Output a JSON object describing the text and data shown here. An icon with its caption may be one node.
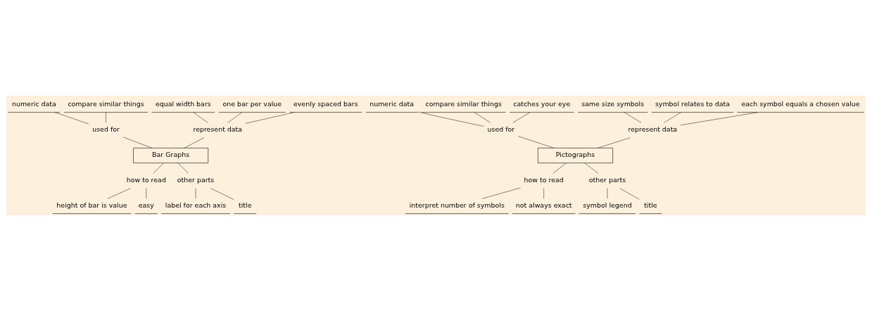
{
  "diagram": {
    "nodes": [
      {
        "text": [
          "Bar Graphs"
        ]
      },
      {
        "text": [
          "used for"
        ]
      },
      {
        "text": [
          "numeric data"
        ]
      },
      {
        "text": [
          "compare similar things"
        ]
      },
      {
        "text": [
          "represent data"
        ]
      },
      {
        "text": [
          "equal width bars"
        ]
      },
      {
        "text": [
          "one bar per value"
        ]
      },
      {
        "text": [
          "evenly spaced bars"
        ]
      },
      {
        "text": [
          "how to read"
        ]
      },
      {
        "text": [
          "height of bar is value"
        ]
      },
      {
        "text": [
          "easy"
        ]
      },
      {
        "text": [
          "other parts"
        ]
      },
      {
        "text": [
          "label for each axis"
        ]
      },
      {
        "text": [
          "title"
        ]
      },
      {
        "text": [
          "Pictographs"
        ]
      },
      {
        "text": [
          "used for"
        ]
      },
      {
        "text": [
          "numeric data"
        ]
      },
      {
        "text": [
          "compare similar things"
        ]
      },
      {
        "text": [
          "catches your eye"
        ]
      },
      {
        "text": [
          "represent data"
        ]
      },
      {
        "text": [
          "same size symbols"
        ]
      },
      {
        "text": [
          "symbol relates to data"
        ]
      },
      {
        "text": [
          "each symbol equals a chosen value"
        ]
      },
      {
        "text": [
          "how to read"
        ]
      },
      {
        "text": [
          "interpret number of symbols"
        ]
      },
      {
        "text": [
          "not always exact"
        ]
      },
      {
        "text": [
          "other parts"
        ]
      },
      {
        "text": [
          "symbol legend"
        ]
      },
      {
        "text": [
          "title"
        ]
      }
    ],
    "edges": [
      {
        "from": 1,
        "to": 0,
        "arrow": "none"
      },
      {
        "from": 2,
        "to": 1,
        "arrow": "none"
      },
      {
        "from": 3,
        "to": 1,
        "arrow": "none"
      },
      {
        "from": 4,
        "to": 0,
        "arrow": "none"
      },
      {
        "from": 5,
        "to": 4,
        "arrow": "none"
      },
      {
        "from": 6,
        "to": 4,
        "arrow": "none"
      },
      {
        "from": 7,
        "to": 4,
        "arrow": "none"
      },
      {
        "from": 8,
        "to": 0,
        "arrow": "none"
      },
      {
        "from": 9,
        "to": 8,
        "arrow": "none"
      },
      {
        "from": 10,
        "to": 8,
        "arrow": "none"
      },
      {
        "from": 11,
        "to": 0,
        "arrow": "none"
      },
      {
        "from": 12,
        "to": 11,
        "arrow": "none"
      },
      {
        "from": 13,
        "to": 11,
        "arrow": "none"
      },
      {
        "from": 15,
        "to": 14,
        "arrow": "none"
      },
      {
        "from": 16,
        "to": 15,
        "arrow": "none"
      },
      {
        "from": 17,
        "to": 15,
        "arrow": "none"
      },
      {
        "from": 18,
        "to": 15,
        "arrow": "none"
      },
      {
        "from": 19,
        "to": 14,
        "arrow": "none"
      },
      {
        "from": 20,
        "to": 19,
        "arrow": "none"
      },
      {
        "from": 21,
        "to": 19,
        "arrow": "none"
      },
      {
        "from": 22,
        "to": 19,
        "arrow": "none"
      },
      {
        "from": 23,
        "to": 14,
        "arrow": "none"
      },
      {
        "from": 24,
        "to": 23,
        "arrow": "none"
      },
      {
        "from": 25,
        "to": 23,
        "arrow": "none"
      },
      {
        "from": 26,
        "to": 14,
        "arrow": "none"
      },
      {
        "from": 27,
        "to": 26,
        "arrow": "none"
      },
      {
        "from": 28,
        "to": 26,
        "arrow": "none"
      }
    ]
  }
}
